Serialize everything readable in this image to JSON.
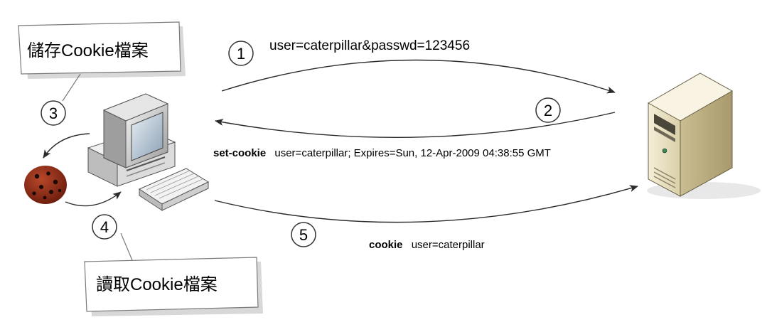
{
  "callouts": {
    "save": "儲存Cookie檔案",
    "read": "讀取Cookie檔案"
  },
  "steps": {
    "s1": "1",
    "s2": "2",
    "s3": "3",
    "s4": "4",
    "s5": "5"
  },
  "messages": {
    "request": "user=caterpillar&passwd=123456",
    "set_cookie_keyword": "set-cookie",
    "set_cookie_value": "user=caterpillar; Expires=Sun, 12-Apr-2009 04:38:55 GMT",
    "cookie_keyword": "cookie",
    "cookie_value": "user=caterpillar"
  },
  "icons": {
    "client": "desktop-computer-icon",
    "server": "server-tower-icon",
    "cookie": "cookie-icon"
  },
  "colors": {
    "arrow": "#2b2b2b",
    "cookie_body": "#8a2a14",
    "server_body": "#efe6c8"
  }
}
